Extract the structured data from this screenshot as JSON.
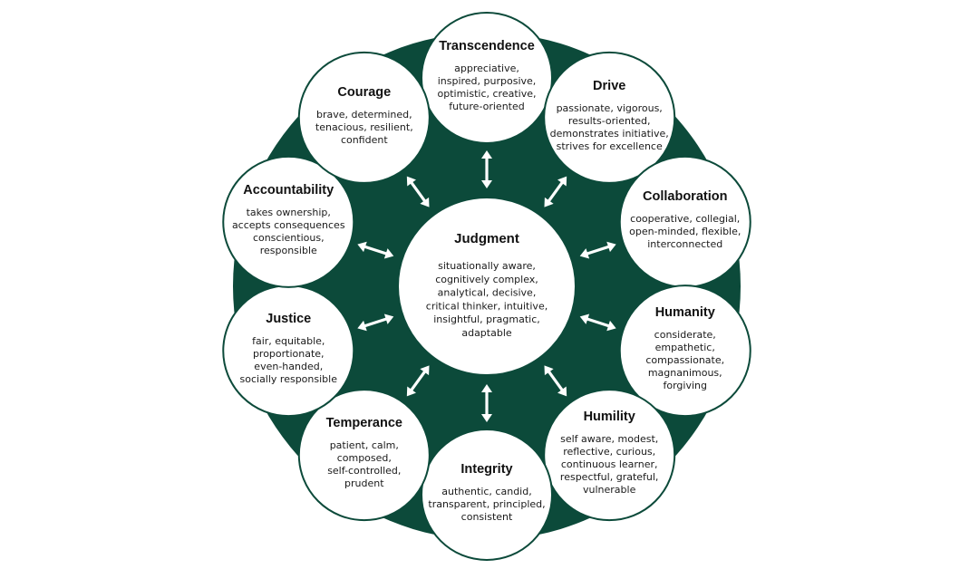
{
  "colors": {
    "ring": "#0c4a3a",
    "node_fill": "#ffffff",
    "node_border": "#0c4a3a",
    "arrow": "#ffffff"
  },
  "center": {
    "title": "Judgment",
    "lines": [
      "situationally aware,",
      "cognitively complex,",
      "analytical, decisive,",
      "critical thinker, intuitive,",
      "insightful, pragmatic,",
      "adaptable"
    ]
  },
  "nodes": [
    {
      "id": "transcendence",
      "title": "Transcendence",
      "lines": [
        "appreciative,",
        "inspired, purposive,",
        "optimistic, creative,",
        "future-oriented"
      ]
    },
    {
      "id": "drive",
      "title": "Drive",
      "lines": [
        "passionate, vigorous,",
        "results-oriented,",
        "demonstrates initiative,",
        "strives for excellence"
      ]
    },
    {
      "id": "collaboration",
      "title": "Collaboration",
      "lines": [
        "cooperative, collegial,",
        "open-minded, flexible,",
        "interconnected"
      ]
    },
    {
      "id": "humanity",
      "title": "Humanity",
      "lines": [
        "considerate,",
        "empathetic,",
        "compassionate,",
        "magnanimous,",
        "forgiving"
      ]
    },
    {
      "id": "humility",
      "title": "Humility",
      "lines": [
        "self aware, modest,",
        "reflective, curious,",
        "continuous learner,",
        "respectful, grateful,",
        "vulnerable"
      ]
    },
    {
      "id": "integrity",
      "title": "Integrity",
      "lines": [
        "authentic, candid,",
        "transparent, principled,",
        "consistent"
      ]
    },
    {
      "id": "temperance",
      "title": "Temperance",
      "lines": [
        "patient, calm,",
        "composed,",
        "self-controlled,",
        "prudent"
      ]
    },
    {
      "id": "justice",
      "title": "Justice",
      "lines": [
        "fair, equitable,",
        "proportionate,",
        "even-handed,",
        "socially responsible"
      ]
    },
    {
      "id": "accountability",
      "title": "Accountability",
      "lines": [
        "takes ownership,",
        "accepts consequences",
        "conscientious,",
        "responsible"
      ]
    },
    {
      "id": "courage",
      "title": "Courage",
      "lines": [
        "brave, determined,",
        "tenacious, resilient,",
        "confident"
      ]
    }
  ]
}
